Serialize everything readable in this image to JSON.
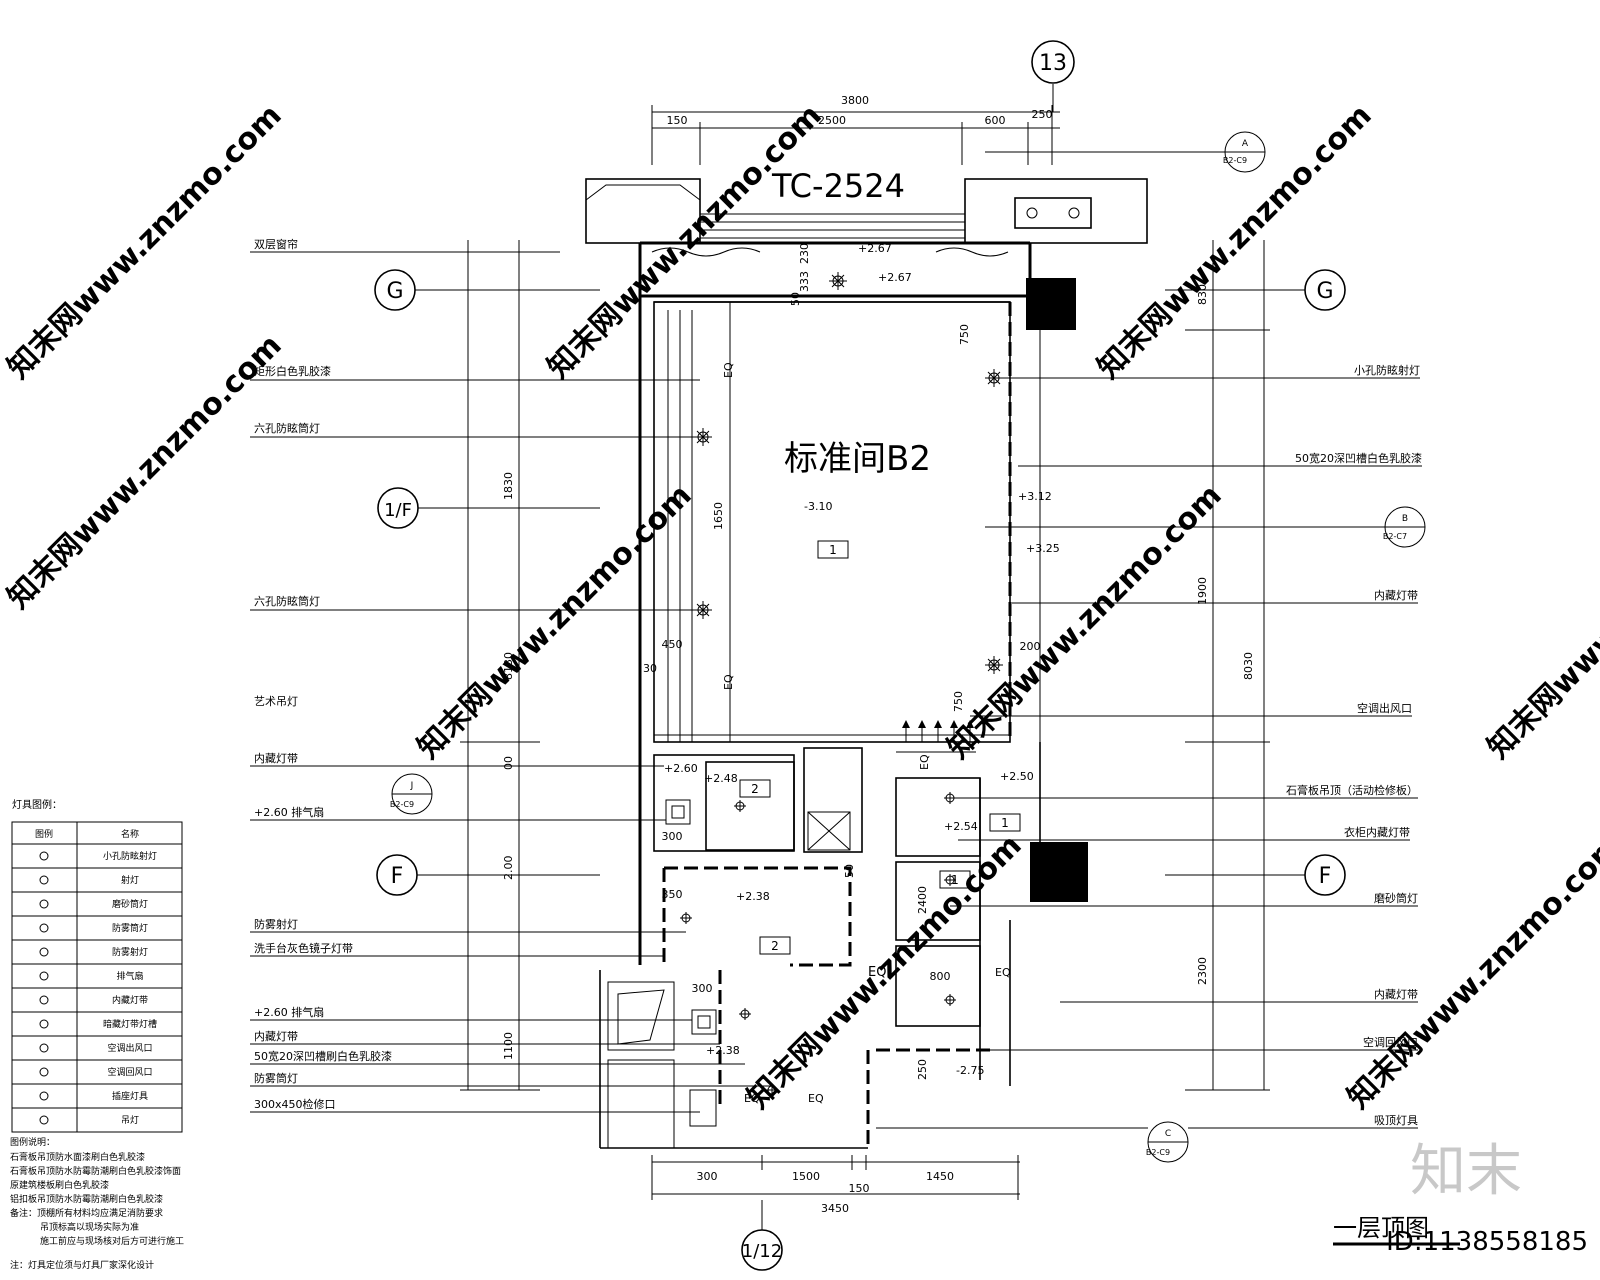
{
  "title": "标准间B2",
  "window_tag": "TC-2524",
  "drawing_name": "一层顶图",
  "brand": {
    "logo_text": "知末",
    "id_text": "ID:1138558185"
  },
  "watermark": "知末网www.znzmo.com",
  "axes": {
    "top": "13",
    "bottom": "1/12",
    "G": "G",
    "F": "F",
    "one_f": "1/F"
  },
  "section_marks": {
    "a": {
      "letter": "A",
      "sheet": "B2-C9"
    },
    "b": {
      "letter": "B",
      "sheet": "B2-C7"
    },
    "c": {
      "letter": "C",
      "sheet": "B2-C9"
    },
    "j": {
      "letter": "J",
      "sheet": "B2-C9"
    }
  },
  "dims_top": {
    "total": "3800",
    "d1": "150",
    "d2": "2500",
    "d3": "600",
    "d4": "250"
  },
  "dims_bottom": {
    "d1": "300",
    "d2": "1500",
    "d3": "150",
    "d4": "1450",
    "total": "3450"
  },
  "dims_left": {
    "overall": "8130",
    "d1": "1830",
    "d2": "00",
    "d3": "2.00",
    "d4": "1100",
    "inner": "1650",
    "gap_450": "450",
    "gap_30": "30"
  },
  "dims_right": {
    "overall": "8030",
    "d1": "830",
    "d2": "1900",
    "d3": "2300",
    "gap_200": "200"
  },
  "dims_misc": {
    "d_230": "230",
    "d_333": "333",
    "d_50": "50",
    "d_750a": "750",
    "d_750b": "750",
    "d_300a": "300",
    "d_300b": "300",
    "d_2400": "2400",
    "d_800": "800",
    "d_350": "350",
    "d_250": "250",
    "d_50b": "50"
  },
  "eq": {
    "e1": "EQ",
    "e2": "EQ",
    "e3": "EQ",
    "e4": "EQ",
    "e5": "EQ",
    "e6": "EQ",
    "e7": "EQ"
  },
  "elevations": {
    "e267a": "+2.67",
    "e267b": "+2.67",
    "e310": "-3.10",
    "e312": "+3.12",
    "e325": "+3.25",
    "e250": "+2.50",
    "e248": "+2.48",
    "e260": "+2.60",
    "e254": "+2.54",
    "e238": "+2.38",
    "e238b": "+2.38",
    "e275": "-2.75",
    "e260b": "+2.60"
  },
  "room_tags": {
    "r1a": "1",
    "r1b": "1",
    "r1c": "1",
    "r2a": "2",
    "r2b": "2"
  },
  "labels_left": {
    "l1": "双层窗帘",
    "l2": "矩形白色乳胶漆",
    "l3": "六孔防眩筒灯",
    "l4": "六孔防眩筒灯",
    "l5": "艺术吊灯",
    "l6": "内藏灯带",
    "l7": "+2.60 排气扇",
    "l8": "防雾射灯",
    "l9": "洗手台灰色镜子灯带",
    "l10": "+2.60 排气扇",
    "l11": "内藏灯带",
    "l12": "50宽20深凹槽刷白色乳胶漆",
    "l13": "防雾筒灯",
    "l14": "300x450检修口"
  },
  "labels_right": {
    "r1": "小孔防眩射灯",
    "r2": "50宽20深凹槽白色乳胶漆",
    "r3": "内藏灯带",
    "r4": "空调出风口",
    "r5": "石膏板吊顶（活动检修板）",
    "r6": "衣柜内藏灯带",
    "r7": "磨砂筒灯",
    "r8": "内藏灯带",
    "r9": "空调回风口",
    "r10": "吸顶灯具"
  },
  "legend": {
    "title": "灯具图例：",
    "header": [
      "图例",
      "名称"
    ],
    "rows": [
      "小孔防眩射灯",
      "射灯",
      "磨砂筒灯",
      "防雾筒灯",
      "防雾射灯",
      "排气扇",
      "内藏灯带",
      "暗藏灯带灯槽",
      "空调出风口",
      "空调回风口",
      "插座灯具",
      "吊灯"
    ]
  },
  "notes": {
    "title": "图例说明：",
    "n1": "石膏板吊顶防水面漆刷白色乳胶漆",
    "n2": "石膏板吊顶防水防霉防潮刷白色乳胶漆饰面",
    "n3": "原建筑楼板刷白色乳胶漆",
    "n4": "铝扣板吊顶防水防霉防潮刷白色乳胶漆",
    "n5": "备注：顶棚所有材料均应满足消防要求",
    "n6": "吊顶标高以现场实际为准",
    "n7": "施工前应与现场核对后方可进行施工",
    "n8": "注：灯具定位须与灯具厂家深化设计"
  }
}
